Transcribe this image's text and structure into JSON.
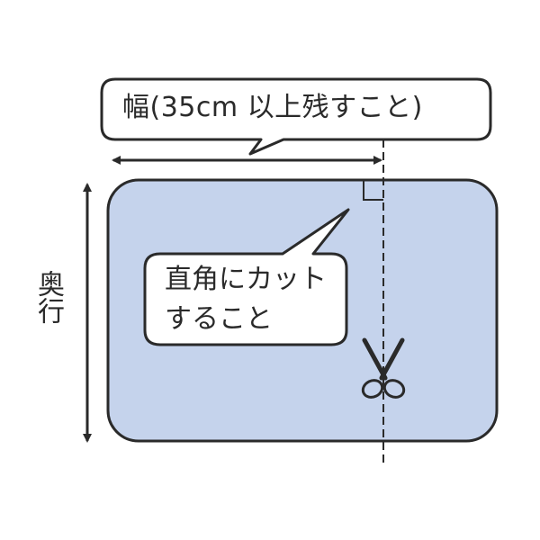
{
  "labels": {
    "width": "幅(35cm 以上残すこと)",
    "cut_line1": "直角にカット",
    "cut_line2": "すること",
    "depth": "奥行"
  },
  "colors": {
    "sheet_fill": "#c5d3ec",
    "outline": "#2a2a2a",
    "text": "#2a2a2a",
    "background": "#ffffff"
  },
  "icons": {
    "cut_tool": "scissors-icon",
    "right_angle": "right-angle-marker"
  }
}
